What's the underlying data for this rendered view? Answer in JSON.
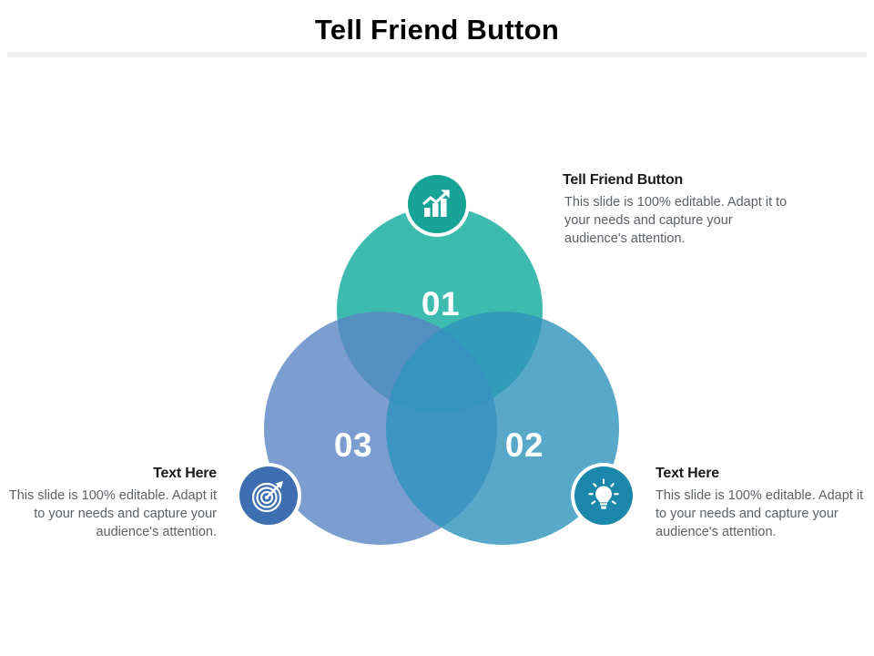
{
  "slide": {
    "title": "Tell Friend Button",
    "background_color": "#ffffff",
    "divider_color": "#f0f0f0"
  },
  "diagram": {
    "type": "venn-3-circle",
    "circles": [
      {
        "id": "01",
        "number": "01",
        "color": "#2eb5a8",
        "position": "top",
        "icon": "bar-chart-growth-icon",
        "icon_badge_color": "#17a398"
      },
      {
        "id": "02",
        "number": "02",
        "color": "#3e9cbd",
        "position": "bottom-right",
        "icon": "lightbulb-idea-icon",
        "icon_badge_color": "#1b87ab"
      },
      {
        "id": "03",
        "number": "03",
        "color": "#6b8fc4",
        "position": "bottom-left",
        "icon": "target-dart-icon",
        "icon_badge_color": "#3c6eb0"
      }
    ]
  },
  "text_blocks": {
    "top_right": {
      "heading": "Tell Friend Button",
      "body": "This slide is 100% editable.  Adapt it to your needs and capture your audience's attention."
    },
    "right": {
      "heading": "Text Here",
      "body": "This slide is 100% editable.  Adapt it to your needs and capture your audience's attention."
    },
    "left": {
      "heading": "Text Here",
      "body": "This slide is 100% editable.  Adapt it to your needs and capture your audience's attention."
    }
  }
}
